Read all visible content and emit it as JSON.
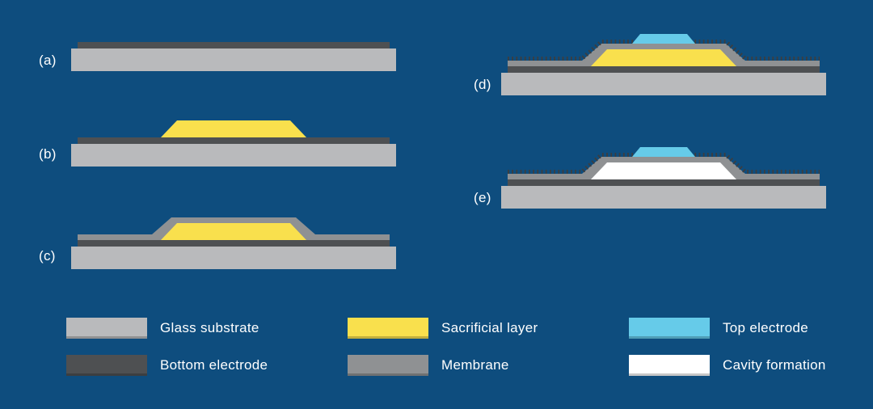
{
  "figure": {
    "background": "#0e4d7e",
    "colors": {
      "glass": "#b9babc",
      "bottom_electrode": "#4e5052",
      "sacrificial": "#f9e04d",
      "membrane": "#8f9193",
      "top_electrode": "#66cbe9",
      "cavity": "#ffffff",
      "tick": "#3c3e40",
      "label_text": "#ffffff"
    },
    "steps": [
      {
        "id": "a",
        "label": "(a)",
        "layers": [
          "glass substrate",
          "bottom electrode"
        ]
      },
      {
        "id": "b",
        "label": "(b)",
        "layers": [
          "glass substrate",
          "bottom electrode",
          "sacrificial layer"
        ]
      },
      {
        "id": "c",
        "label": "(c)",
        "layers": [
          "glass substrate",
          "bottom electrode",
          "sacrificial layer",
          "membrane"
        ]
      },
      {
        "id": "d",
        "label": "(d)",
        "layers": [
          "glass substrate",
          "bottom electrode",
          "sacrificial layer",
          "membrane",
          "top electrode"
        ]
      },
      {
        "id": "e",
        "label": "(e)",
        "layers": [
          "glass substrate",
          "bottom electrode",
          "cavity formation",
          "membrane",
          "top electrode"
        ]
      }
    ],
    "legend": [
      {
        "swatch": "glass",
        "label": "Glass substrate"
      },
      {
        "swatch": "bottom_electrode",
        "label": "Bottom electrode"
      },
      {
        "swatch": "sacrificial",
        "label": "Sacrificial layer"
      },
      {
        "swatch": "membrane",
        "label": "Membrane"
      },
      {
        "swatch": "top_electrode",
        "label": "Top electrode"
      },
      {
        "swatch": "cavity",
        "label": "Cavity formation"
      }
    ]
  }
}
